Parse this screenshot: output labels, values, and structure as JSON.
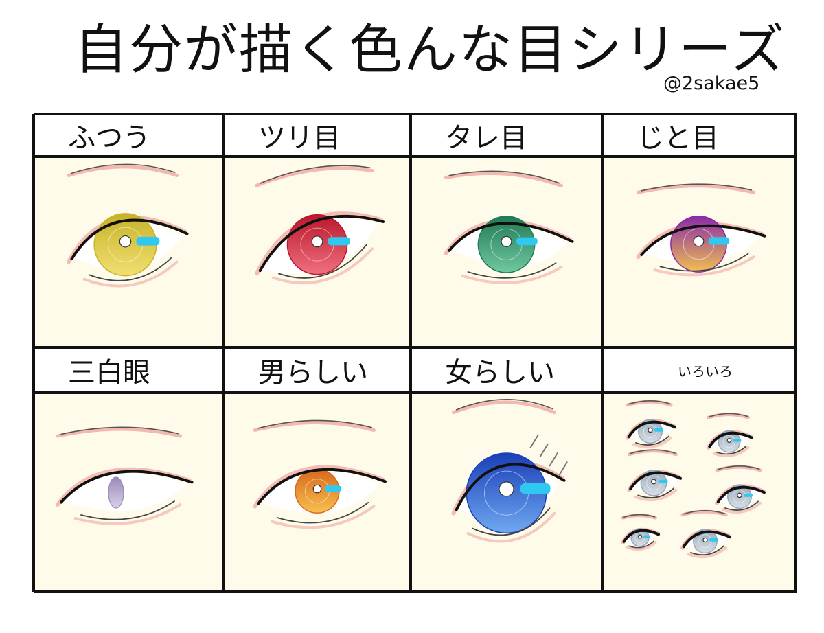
{
  "title": "自分が描く色んな目シリーズ",
  "credit": "@2sakae5",
  "cells": [
    {
      "label": "ふつう",
      "iris": "#c8b22a",
      "iris_light": "#f0e070",
      "kind": "normal"
    },
    {
      "label": "ツリ目",
      "iris": "#b8182a",
      "iris_light": "#f07080",
      "kind": "tsuri"
    },
    {
      "label": "タレ目",
      "iris": "#1f7a55",
      "iris_light": "#70c8a0",
      "kind": "tare"
    },
    {
      "label": "じと目",
      "iris": "#8a2aa8",
      "iris_light": "#f0c050",
      "kind": "jito"
    },
    {
      "label": "三白眼",
      "iris": "#9a8ab8",
      "iris_light": "#d8d0e8",
      "kind": "sanpaku"
    },
    {
      "label": "男らしい",
      "iris": "#d8681a",
      "iris_light": "#f8c050",
      "kind": "male"
    },
    {
      "label": "女らしい",
      "iris": "#1a3fb8",
      "iris_light": "#70a8f0",
      "kind": "female"
    },
    {
      "label": "いろいろ",
      "iris": "#9aa8b8",
      "iris_light": "#d8e0e8",
      "kind": "misc"
    }
  ],
  "colors": {
    "cell_bg": "#fefbea",
    "line": "#111111",
    "accent_highlight": "#2ec8f0",
    "skin_shadow": "#f0a8a0"
  }
}
